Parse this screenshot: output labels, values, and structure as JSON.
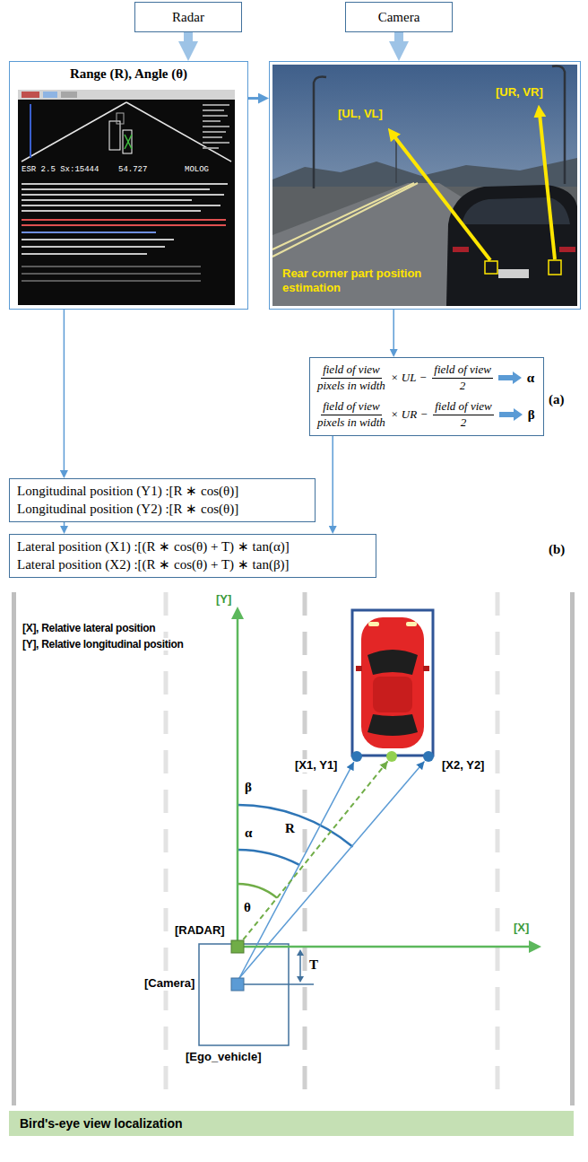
{
  "diagram": {
    "nodes": [
      {
        "text": [
          "Radar"
        ]
      },
      {
        "text": [
          "Camera"
        ]
      },
      {
        "text": [
          "Range (R), Angle (θ)"
        ]
      },
      {
        "text": [
          "[UL, VL]",
          "[UR, VR]",
          "Rear corner part position estimation"
        ]
      },
      {
        "text": [
          "field of view",
          "pixels in width",
          "× UL −",
          "field of view",
          "2",
          "α",
          "field of view",
          "pixels in width",
          "× UR −",
          "field of view",
          "2",
          "β"
        ]
      },
      {
        "text": [
          "Longitudinal position (Y1) :[R ∗ cos(θ)]",
          "Longitudinal position (Y2) :[R ∗ cos(θ)]"
        ]
      },
      {
        "text": [
          "Lateral position (X1) :[(R ∗ cos(θ) + T) ∗ tan(α)]",
          "Lateral position (X2) :[(R ∗ cos(θ) + T) ∗ tan(β)]"
        ]
      },
      {
        "text": [
          "Bird's-eye view localization"
        ]
      }
    ],
    "edges": [
      {
        "from": 0,
        "to": 2,
        "arrow": "to"
      },
      {
        "from": 1,
        "to": 3,
        "arrow": "to"
      },
      {
        "from": 2,
        "to": 3,
        "arrow": "to"
      },
      {
        "from": 3,
        "to": 4,
        "arrow": "to"
      },
      {
        "from": 2,
        "to": 5,
        "arrow": "to"
      },
      {
        "from": 5,
        "to": 6,
        "arrow": "to"
      },
      {
        "from": 4,
        "to": 6,
        "arrow": "to"
      }
    ],
    "labels": [
      "(a)",
      "(b)",
      "ESR 2.5 Sx:15444",
      "54.727",
      "MOLOG",
      "[Y]",
      "[X], Relative lateral position",
      "[Y], Relative longitudinal position",
      "β",
      "α",
      "θ",
      "R",
      "[X1, Y1]",
      "[X2, Y2]",
      "[RADAR]",
      "[Camera]",
      "T",
      "[X]",
      "[Ego_vehicle]"
    ]
  }
}
